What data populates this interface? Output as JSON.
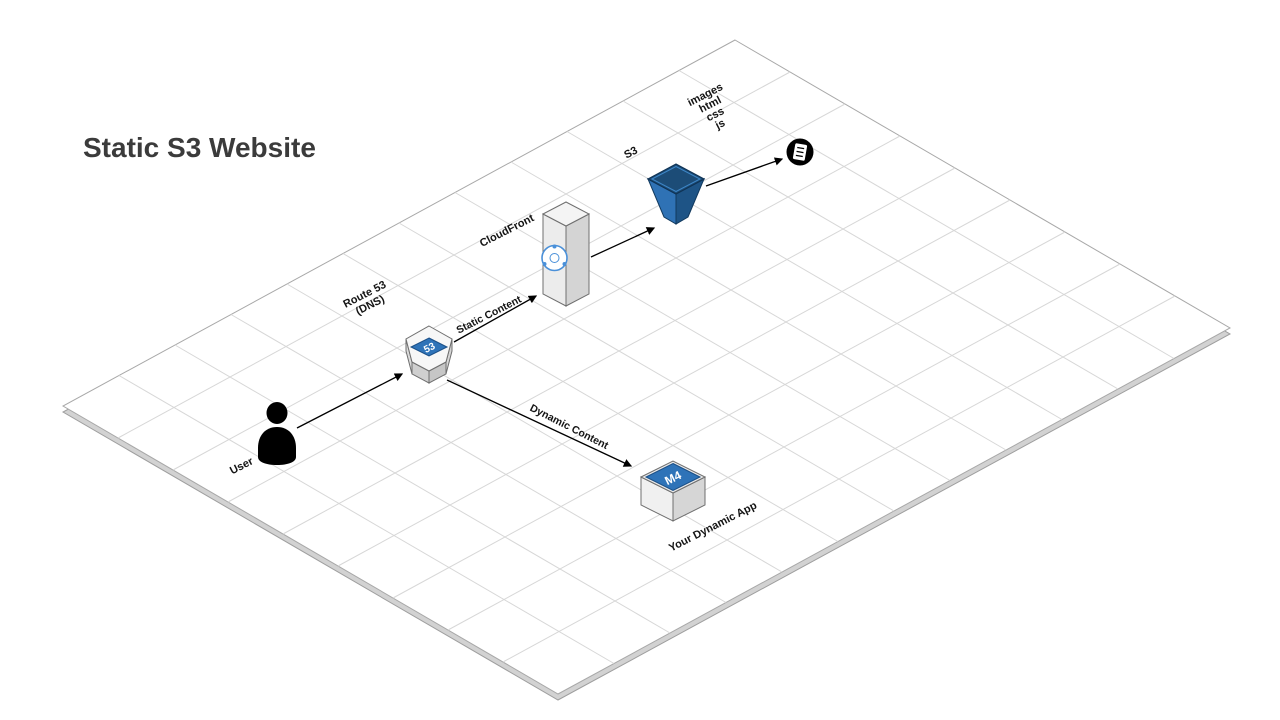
{
  "title": "Static S3 Website",
  "diagram": {
    "nodes": {
      "user": {
        "label": "User"
      },
      "route53": {
        "label_line1": "Route 53",
        "label_line2": "(DNS)",
        "badge": "53"
      },
      "cloudfront": {
        "label": "CloudFront"
      },
      "s3_bucket": {
        "label": "S3"
      },
      "static_files": {
        "lines": [
          "images",
          "html",
          "css",
          "js"
        ]
      },
      "dynamic_app": {
        "label": "Your Dynamic App",
        "badge": "M4"
      }
    },
    "edges": {
      "route53_to_cloudfront": {
        "label": "Static Content"
      },
      "route53_to_dynamic_app": {
        "label": "Dynamic Content"
      }
    }
  },
  "colors": {
    "aws_blue": "#2E73B8",
    "bucket_left": "#2F72B5",
    "bucket_right": "#1E5486",
    "bucket_opening": "#1C4C77",
    "logo_blue": "#4A90D9",
    "title_text": "#3B3B3B",
    "label_text": "#141414",
    "arrow": "#000000"
  }
}
